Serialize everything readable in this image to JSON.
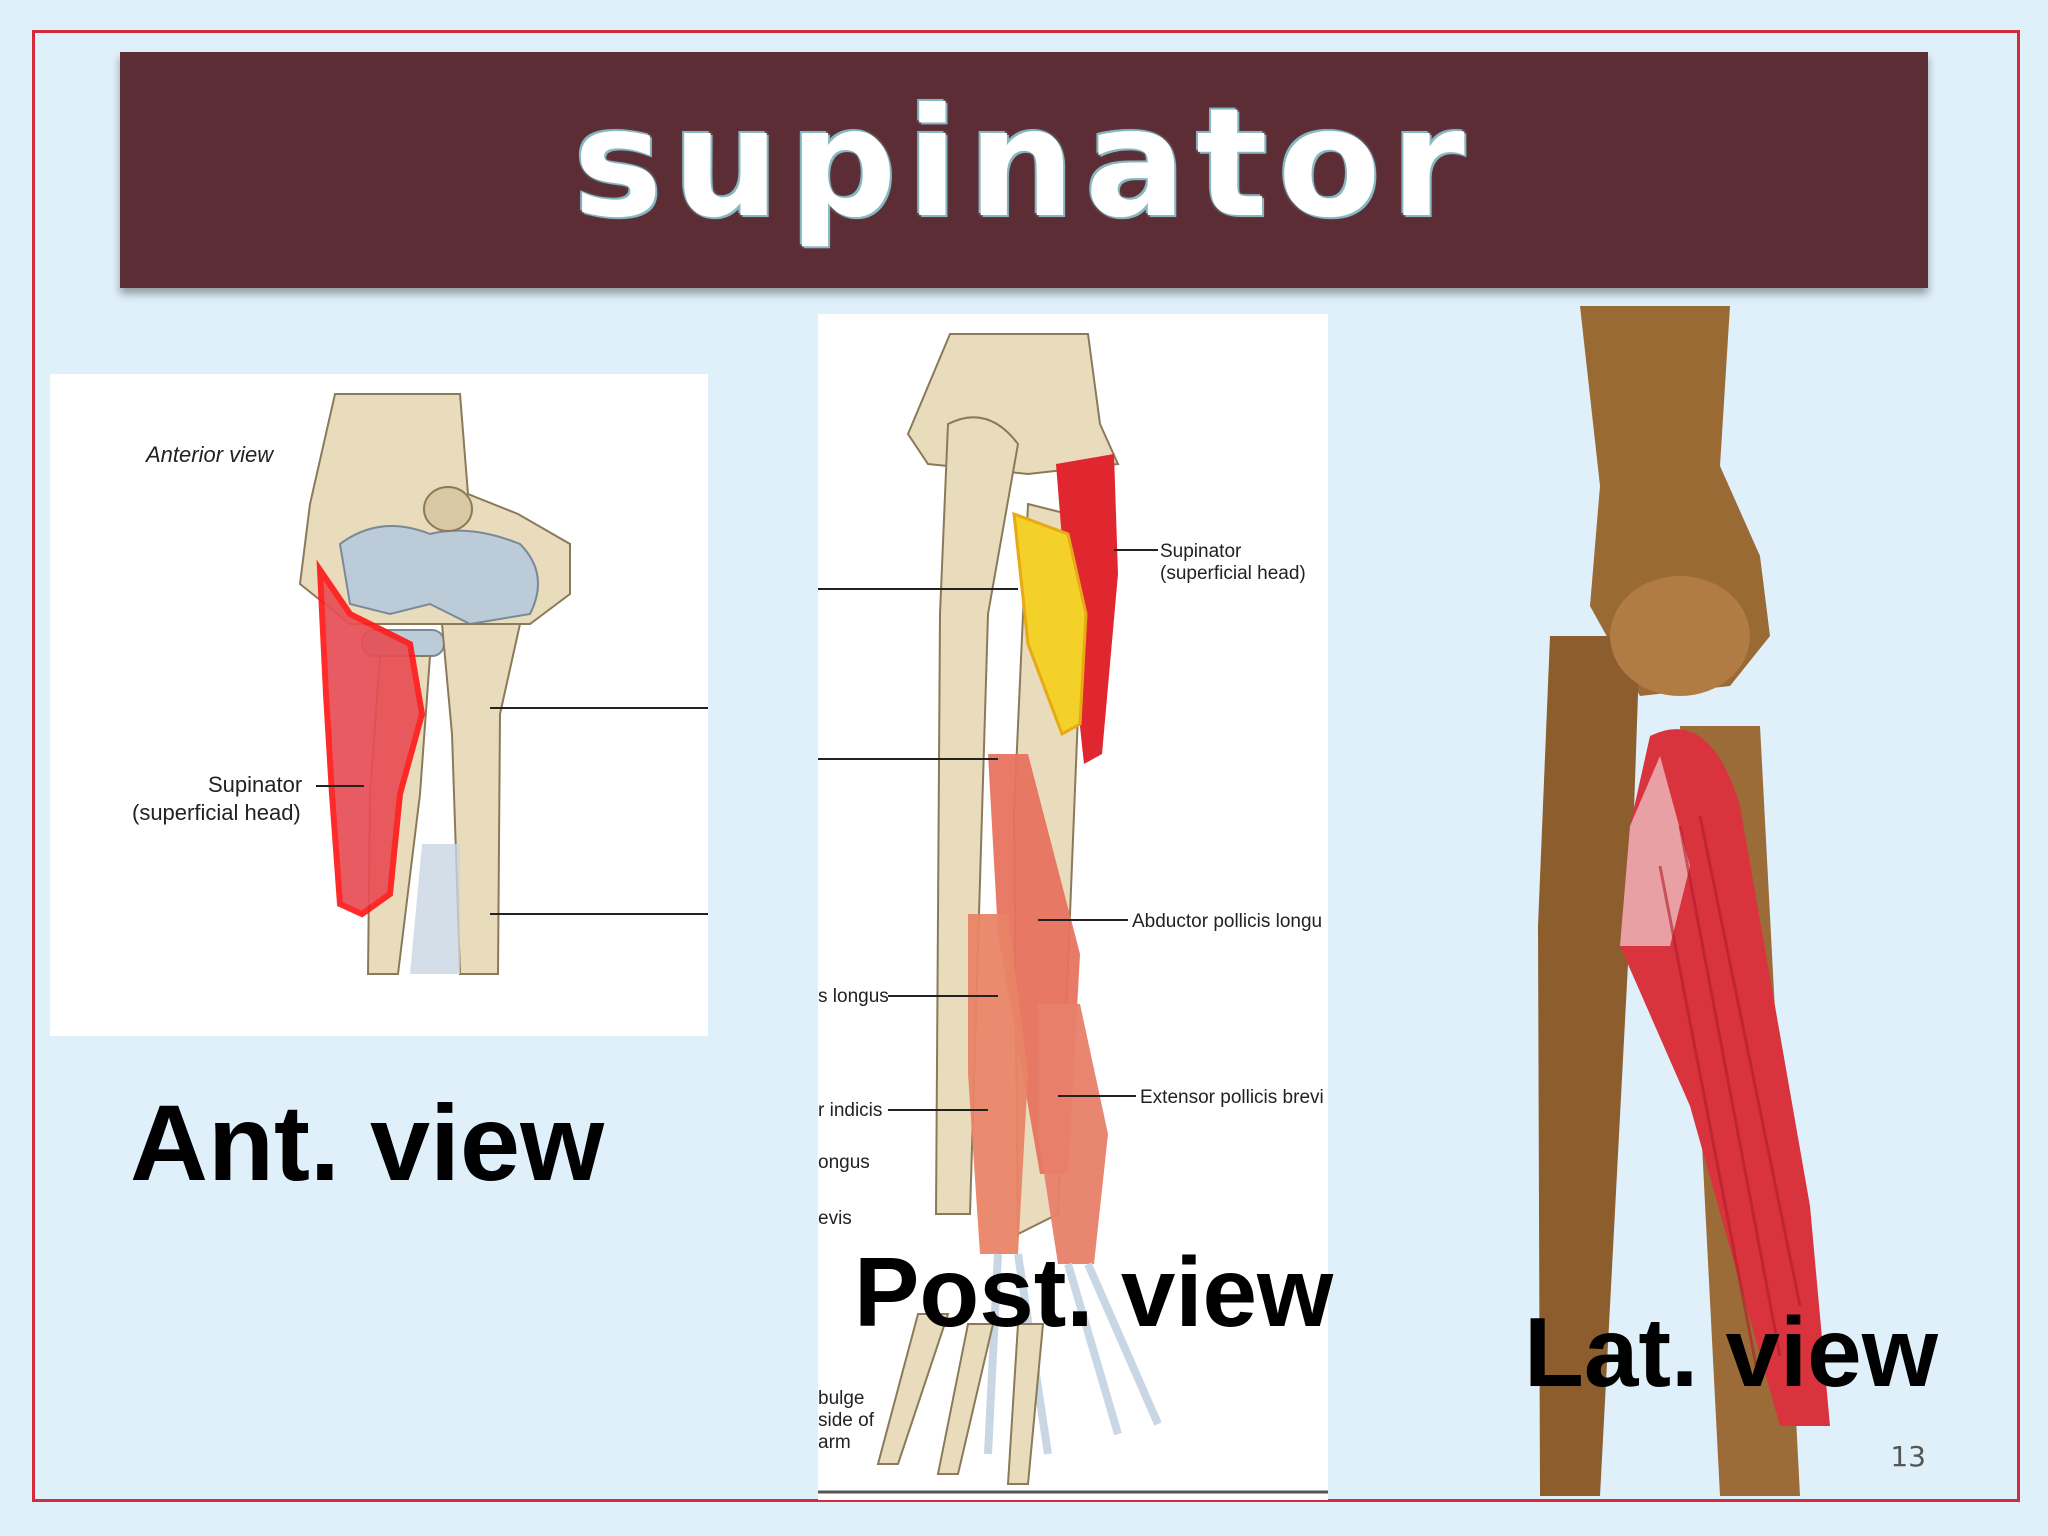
{
  "slide": {
    "title": "supinator",
    "slide_number": "13"
  },
  "panels": {
    "anterior": {
      "heading": "Anterior view",
      "label_line1": "Supinator",
      "label_line2": "(superficial head)",
      "caption": "Ant. view"
    },
    "posterior": {
      "label_supinator_1": "Supinator",
      "label_supinator_2": "(superficial head)",
      "label_abductor": "Abductor pollicis longu",
      "label_extensor": "Extensor pollicis brevi",
      "label_left_1": "s longus",
      "label_left_2": "r indicis",
      "label_left_3": "ongus",
      "label_left_4": "evis",
      "label_bottom_1": "bulge",
      "label_bottom_2": "side of",
      "label_bottom_3": "arm",
      "caption": "Post. view"
    },
    "lateral": {
      "caption": "Lat. view"
    }
  },
  "colors": {
    "banner": "#5c2d35",
    "frame": "#d22c3a",
    "background": "#dff0fa",
    "muscle": "#d9333d"
  }
}
